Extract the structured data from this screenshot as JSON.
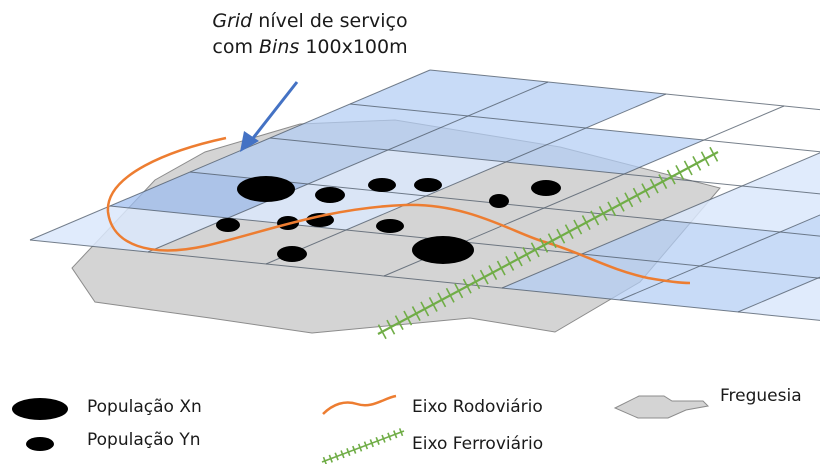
{
  "callout": {
    "line1_italic": "Grid",
    "line1_rest": " nível de serviço",
    "line2_prefix": "com ",
    "line2_italic": "Bins",
    "line2_rest": " 100x100m"
  },
  "legend": {
    "population_x": "População Xn",
    "population_y": "População Yn",
    "road_axis": "Eixo Rodoviário",
    "rail_axis": "Eixo Ferroviário",
    "parish": "Freguesia"
  },
  "colors": {
    "grid_light": "#dbe8fb",
    "grid_mid": "#b3cdf4",
    "grid_dark": "#9cbcf0",
    "grid_line": "#4a5664",
    "parish_fill": "#d4d4d4",
    "parish_stroke": "#8c8c8c",
    "road": "#ed7d31",
    "rail": "#70ad47",
    "arrow": "#4472c4",
    "population": "#000000"
  }
}
